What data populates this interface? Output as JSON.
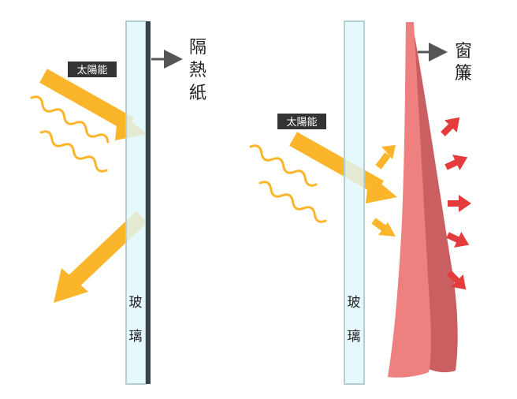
{
  "left_panel": {
    "sun_label": "太陽能",
    "film_label": [
      "隔",
      "熱",
      "紙"
    ],
    "glass_label": [
      "玻",
      "璃"
    ]
  },
  "right_panel": {
    "sun_label": "太陽能",
    "curtain_label": [
      "窗",
      "簾"
    ],
    "glass_label": [
      "玻",
      "璃"
    ]
  },
  "colors": {
    "sun_arrow": "#fbb52b",
    "heat_arrow": "#e43c3c",
    "glass_fill": "#dff6fb",
    "glass_edge": "#b6cdd4",
    "film": "#3a4348",
    "curtain_front": "#ef8080",
    "curtain_back": "#c95f61",
    "label_bg": "#333333",
    "pointer": "#555555"
  }
}
